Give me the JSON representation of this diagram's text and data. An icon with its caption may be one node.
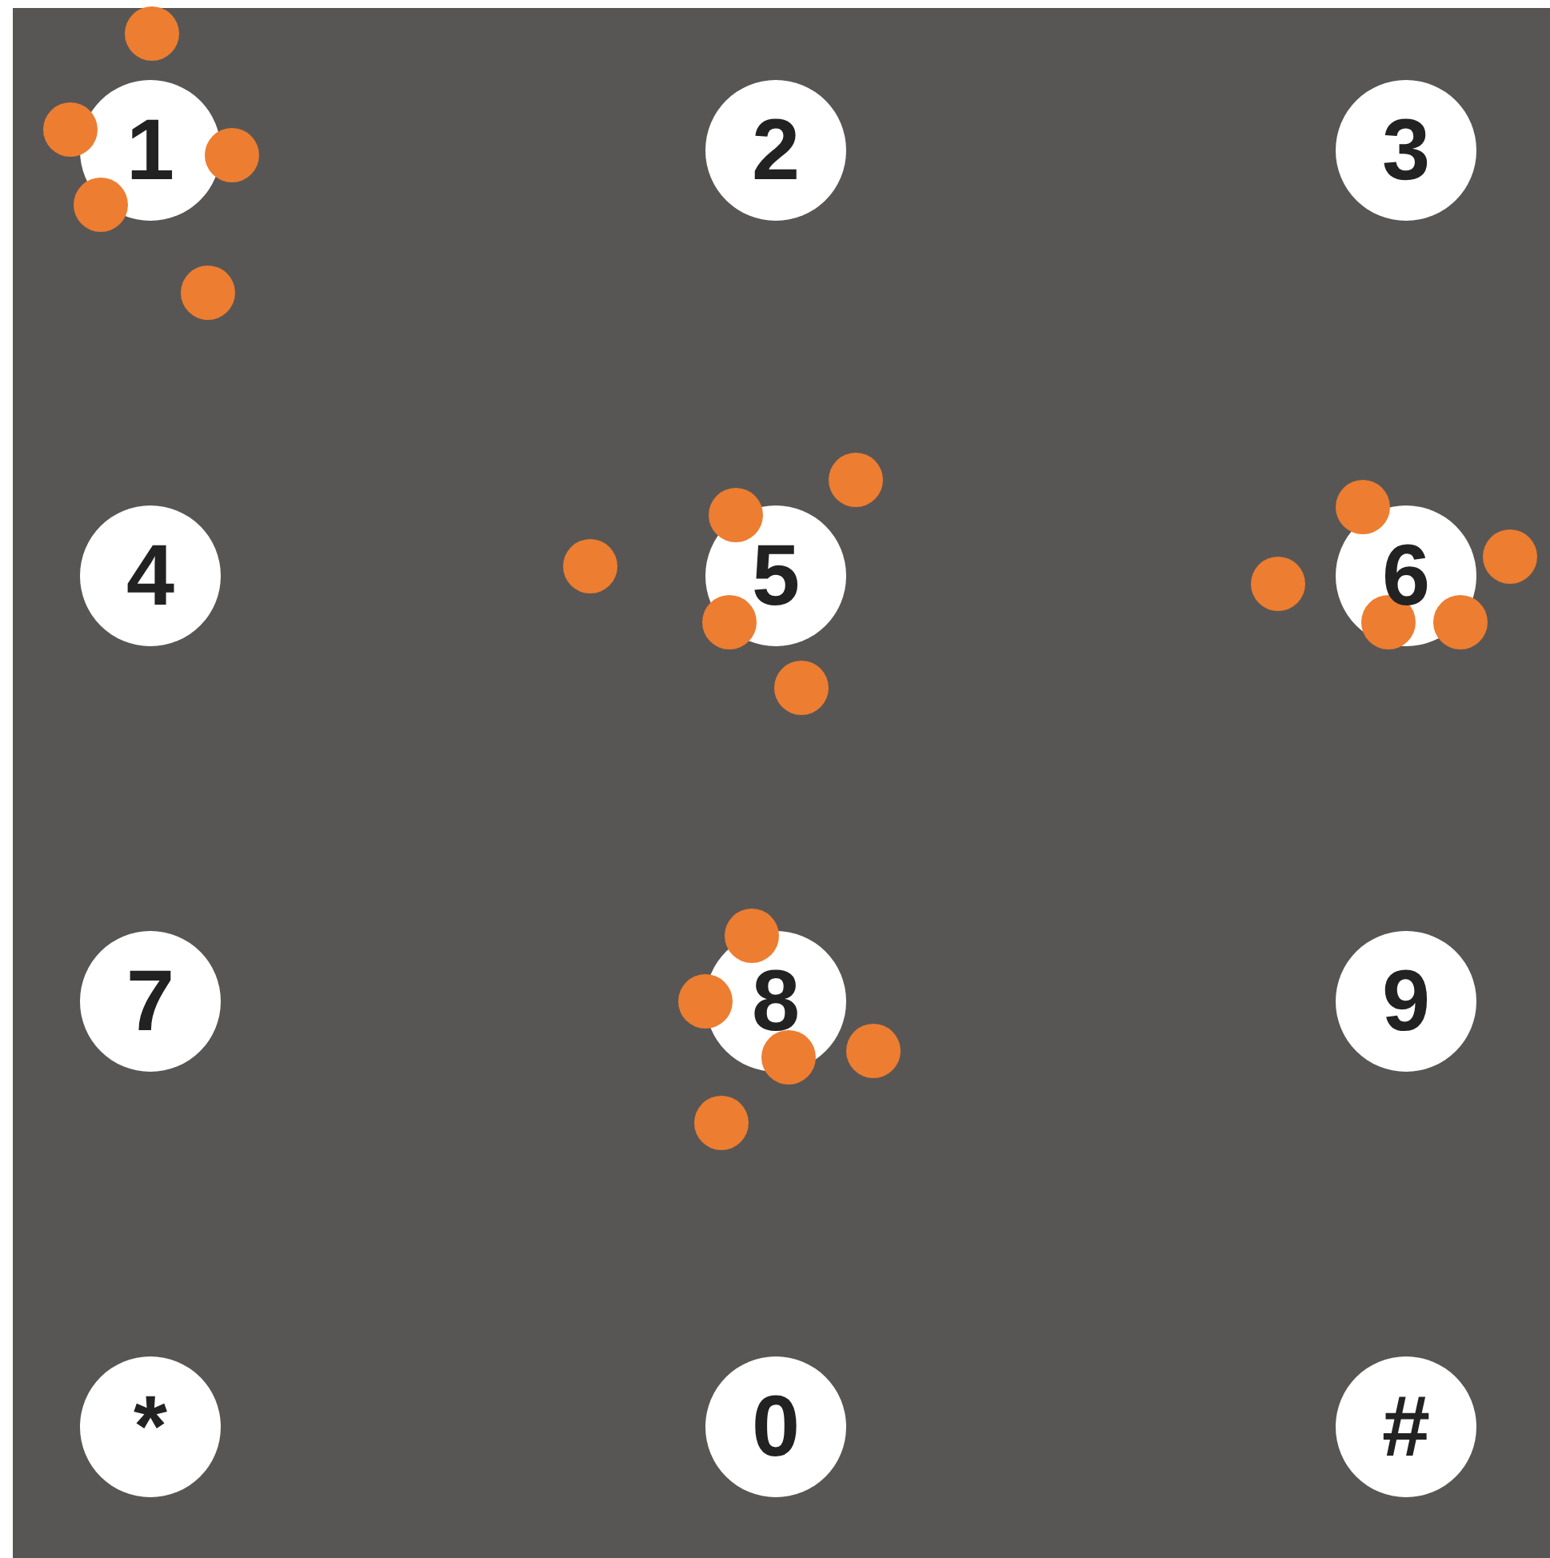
{
  "diagram": {
    "nodes": [
      {
        "text": [
          "1"
        ]
      },
      {
        "text": [
          "2"
        ]
      },
      {
        "text": [
          "3"
        ]
      },
      {
        "text": [
          "4"
        ]
      },
      {
        "text": [
          "5"
        ]
      },
      {
        "text": [
          "6"
        ]
      },
      {
        "text": [
          "7"
        ]
      },
      {
        "text": [
          "8"
        ]
      },
      {
        "text": [
          "9"
        ]
      },
      {
        "text": [
          "*"
        ]
      },
      {
        "text": [
          "0"
        ]
      },
      {
        "text": [
          "#"
        ]
      }
    ]
  }
}
